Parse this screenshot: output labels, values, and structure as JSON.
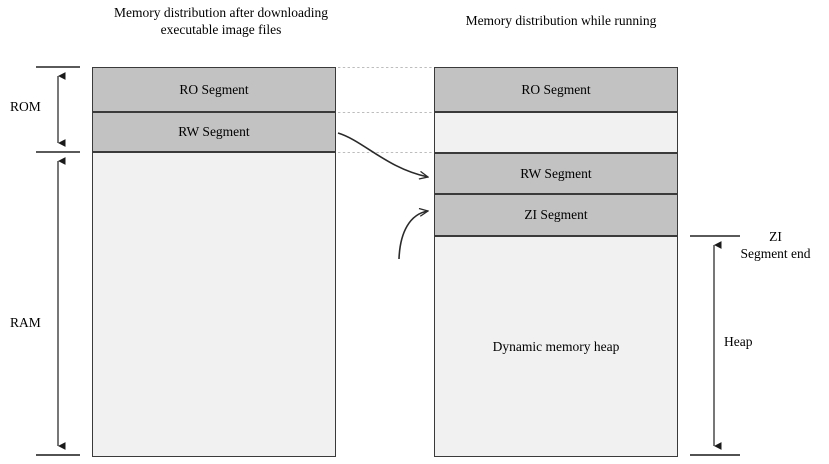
{
  "diagram": {
    "titles": {
      "left": "Memory distribution after downloading executable image files",
      "right": "Memory distribution while running"
    },
    "left_column": {
      "segments": [
        {
          "id": "ro",
          "label": "RO Segment",
          "fill": "#c2c2c2"
        },
        {
          "id": "rw",
          "label": "RW Segment",
          "fill": "#c2c2c2"
        },
        {
          "id": "free",
          "label": "",
          "fill": "#f1f1f1"
        }
      ]
    },
    "right_column": {
      "segments": [
        {
          "id": "ro",
          "label": "RO Segment",
          "fill": "#c2c2c2"
        },
        {
          "id": "gap",
          "label": "",
          "fill": "#f1f1f1"
        },
        {
          "id": "rw",
          "label": "RW Segment",
          "fill": "#c2c2c2"
        },
        {
          "id": "zi",
          "label": "ZI Segment",
          "fill": "#c2c2c2"
        },
        {
          "id": "heap",
          "label": "Dynamic memory heap",
          "fill": "#f1f1f1"
        }
      ]
    },
    "brackets": {
      "rom": "ROM",
      "ram": "RAM",
      "zi_segment_end": "ZI\nSegment end",
      "heap": "Heap"
    },
    "colors": {
      "segment_fill": "#c2c2c2",
      "empty_fill": "#f1f1f1",
      "stroke": "#3a3a3a",
      "guide": "#b5b5b5",
      "text": "#000000"
    }
  }
}
